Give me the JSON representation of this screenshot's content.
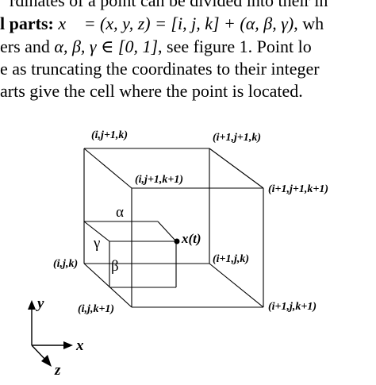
{
  "paragraph": {
    "line1": "rdinates of a point can be divided into their in",
    "line2_prefix": "l parts: ",
    "line2_math": "x⃗ = (x, y, z) = [i, j, k] + (α, β, γ)",
    "line2_suffix": ", wh",
    "line3_prefix": "ers and ",
    "line3_math": "α, β, γ ∈ [0, 1]",
    "line3_suffix": ", see figure 1.  Point lo",
    "line4": "e as truncating the coordinates to their integer",
    "line5": "arts give the cell where the point is located."
  },
  "figure": {
    "vertex_labels": {
      "top_back_left": "(i,j+1,k)",
      "top_back_right": "(i+1,j+1,k)",
      "top_front_left": "(i,j+1,k+1)",
      "top_front_right": "(i+1,j+1,k+1)",
      "bottom_back_left": "(i,j,k)",
      "bottom_back_right": "(i+1,j,k)",
      "bottom_front_left": "(i,j,k+1)",
      "bottom_front_right": "(i+1,j,k+1)"
    },
    "greek": {
      "alpha": "α",
      "beta": "β",
      "gamma": "γ"
    },
    "point_label": "x(t)",
    "axes": {
      "x": "x",
      "y": "y",
      "z": "z"
    }
  }
}
